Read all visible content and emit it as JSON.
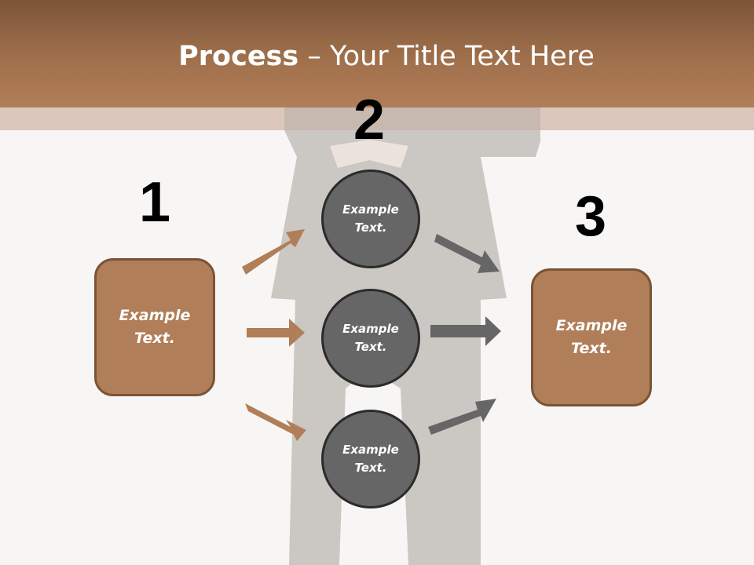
{
  "title": {
    "bold": "Process",
    "rest": " – Your Title Text Here"
  },
  "steps": {
    "one": {
      "number": "1",
      "text": "Example\nText."
    },
    "two": {
      "number": "2",
      "circles": [
        "Example\nText.",
        "Example\nText.",
        "Example\nText."
      ]
    },
    "three": {
      "number": "3",
      "text": "Example\nText."
    }
  },
  "colors": {
    "header": "#a0704c",
    "box_fill": "#b07e58",
    "box_border": "#7b5436",
    "circle_fill": "#666666",
    "circle_border": "#2b2b2b",
    "arrow_left": "#b07e58",
    "arrow_right": "#666666",
    "background": "#f8f6f4"
  }
}
